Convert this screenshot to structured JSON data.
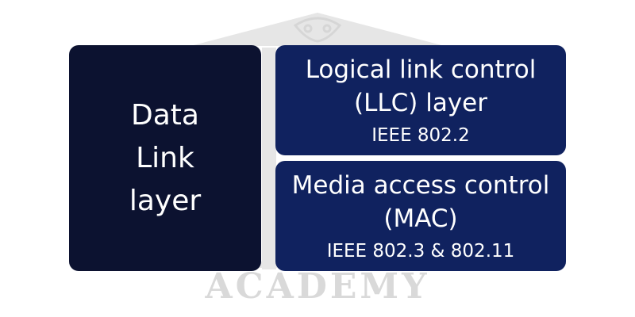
{
  "diagram": {
    "data_link_block": {
      "label": "Data\nLink\nlayer"
    },
    "llc_block": {
      "title": "Logical link control\n(LLC) layer",
      "standard": "IEEE 802.2"
    },
    "mac_block": {
      "title": "Media access control\n(MAC)",
      "standard": "IEEE 802.3 & 802.11"
    },
    "watermark": {
      "text": "ACADEMY"
    },
    "colors": {
      "data_link_bg": "#0c1230",
      "sublayer_bg": "#10225f",
      "text": "#ffffff",
      "watermark": "#d9d9d9"
    }
  }
}
